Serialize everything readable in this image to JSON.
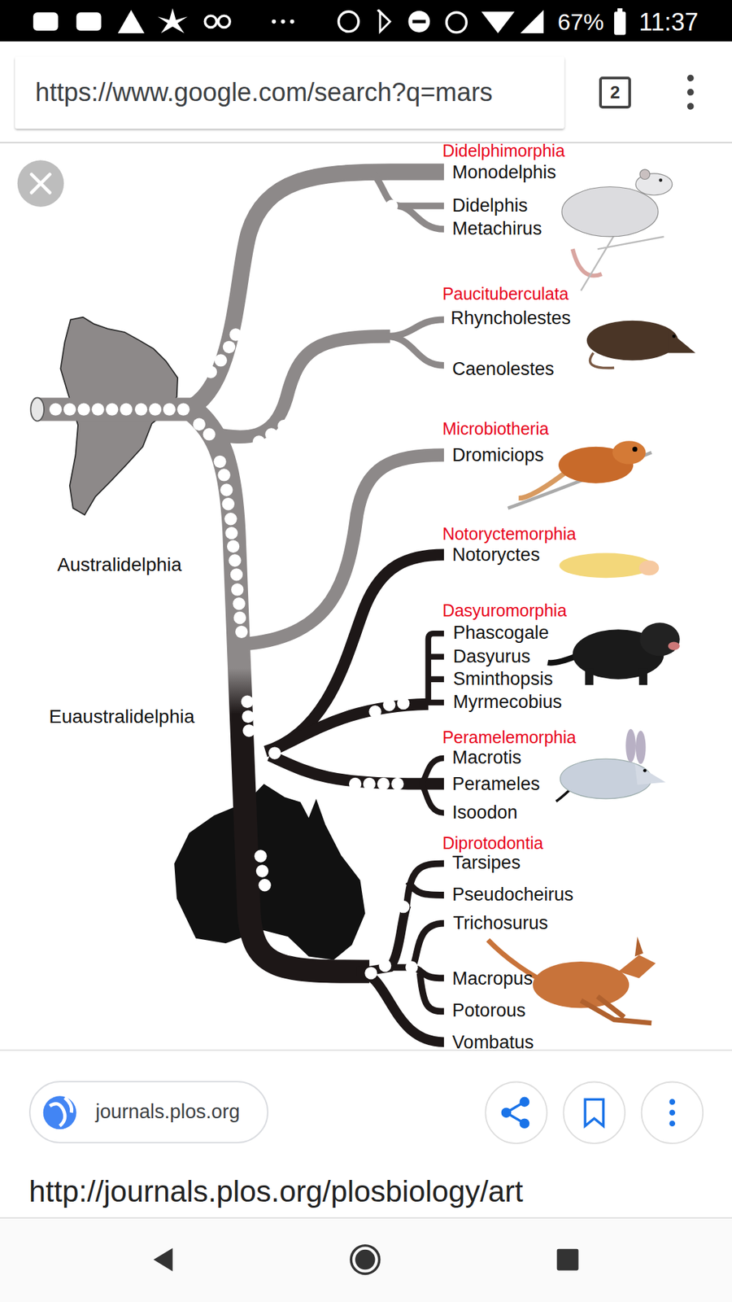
{
  "diagram": {
    "nodes": [
      {
        "text": [
          "https://www.google.com/search?q=mars"
        ]
      },
      {
        "text": [
          "2"
        ]
      },
      {
        "text": [
          "journals.plos.org"
        ]
      }
    ],
    "labels": [
      "67%",
      "11:37",
      "Didelphimorphia",
      "Monodelphis",
      "Didelphis",
      "Metachirus",
      "Paucituberculata",
      "Rhyncholestes",
      "Caenolestes",
      "Microbiotheria",
      "Dromiciops",
      "Australidelphia",
      "Notoryctemorphia",
      "Notoryctes",
      "Dasyuromorphia",
      "Phascogale",
      "Dasyurus",
      "Sminthopsis",
      "Myrmecobius",
      "Euaustralidelphia",
      "Peramelemorphia",
      "Macrotis",
      "Perameles",
      "Isoodon",
      "Diprotodontia",
      "Tarsipes",
      "Pseudocheirus",
      "Trichosurus",
      "Macropus",
      "Potorous",
      "Vombatus",
      "http://journals.plos.org/plosbiology/art"
    ]
  }
}
